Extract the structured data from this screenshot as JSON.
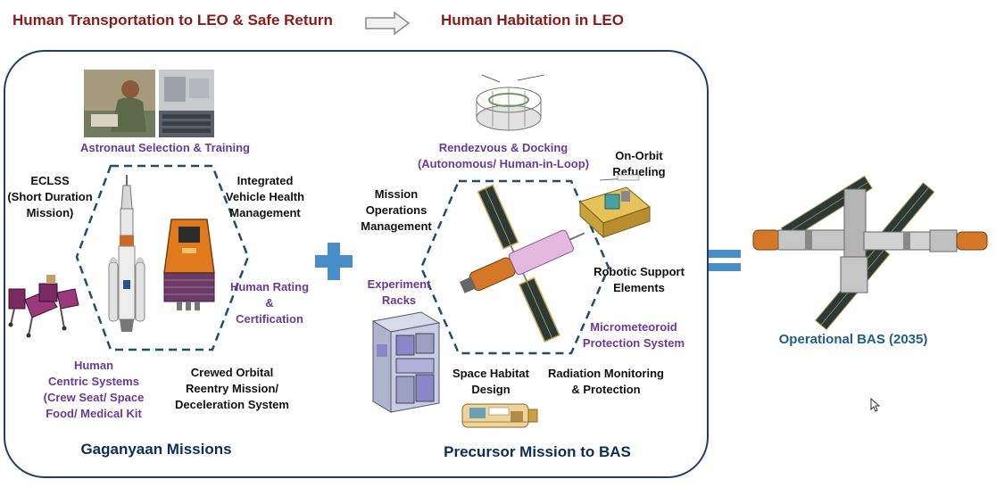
{
  "header": {
    "left_title": "Human Transportation to LEO & Safe Return",
    "right_title": "Human Habitation in LEO"
  },
  "gaganyaan": {
    "title": "Gaganyaan Missions",
    "astronaut": "Astronaut Selection & Training",
    "eclss": [
      "ECLSS",
      "(Short Duration",
      "Mission)"
    ],
    "ivhm": [
      "Integrated",
      "Vehicle Health",
      "Management"
    ],
    "human_rating": [
      "Human Rating",
      "&",
      "Certification"
    ],
    "human_centric": [
      "Human",
      "Centric Systems",
      "(Crew Seat/ Space",
      "Food/ Medical Kit"
    ],
    "crewed_orbital": [
      "Crewed Orbital",
      "Reentry Mission/",
      "Deceleration System"
    ]
  },
  "precursor": {
    "title": "Precursor Mission to BAS",
    "rendezvous": [
      "Rendezvous & Docking",
      "(Autonomous/ Human-in-Loop)"
    ],
    "refueling": [
      "On-Orbit",
      "Refueling"
    ],
    "mission_ops": [
      "Mission",
      "Operations",
      "Management"
    ],
    "experiment": [
      "Experiment",
      "Racks"
    ],
    "robotic": [
      "Robotic Support",
      "Elements"
    ],
    "micrometeoroid": [
      "Micrometeoroid",
      "Protection System"
    ],
    "habitat": [
      "Space Habitat",
      "Design"
    ],
    "radiation": [
      "Radiation Monitoring",
      "& Protection"
    ]
  },
  "operational": {
    "label": "Operational BAS (2035)"
  },
  "colors": {
    "header_red": "#8b1a1a",
    "frame_navy": "#1f3f6a",
    "purple": "#6a3a97",
    "blue": "#1f5e8c",
    "plus_blue": "#4a8ec9"
  },
  "icons": [
    "arrow-right-icon",
    "plus-icon",
    "equals-icon",
    "cursor-icon"
  ]
}
